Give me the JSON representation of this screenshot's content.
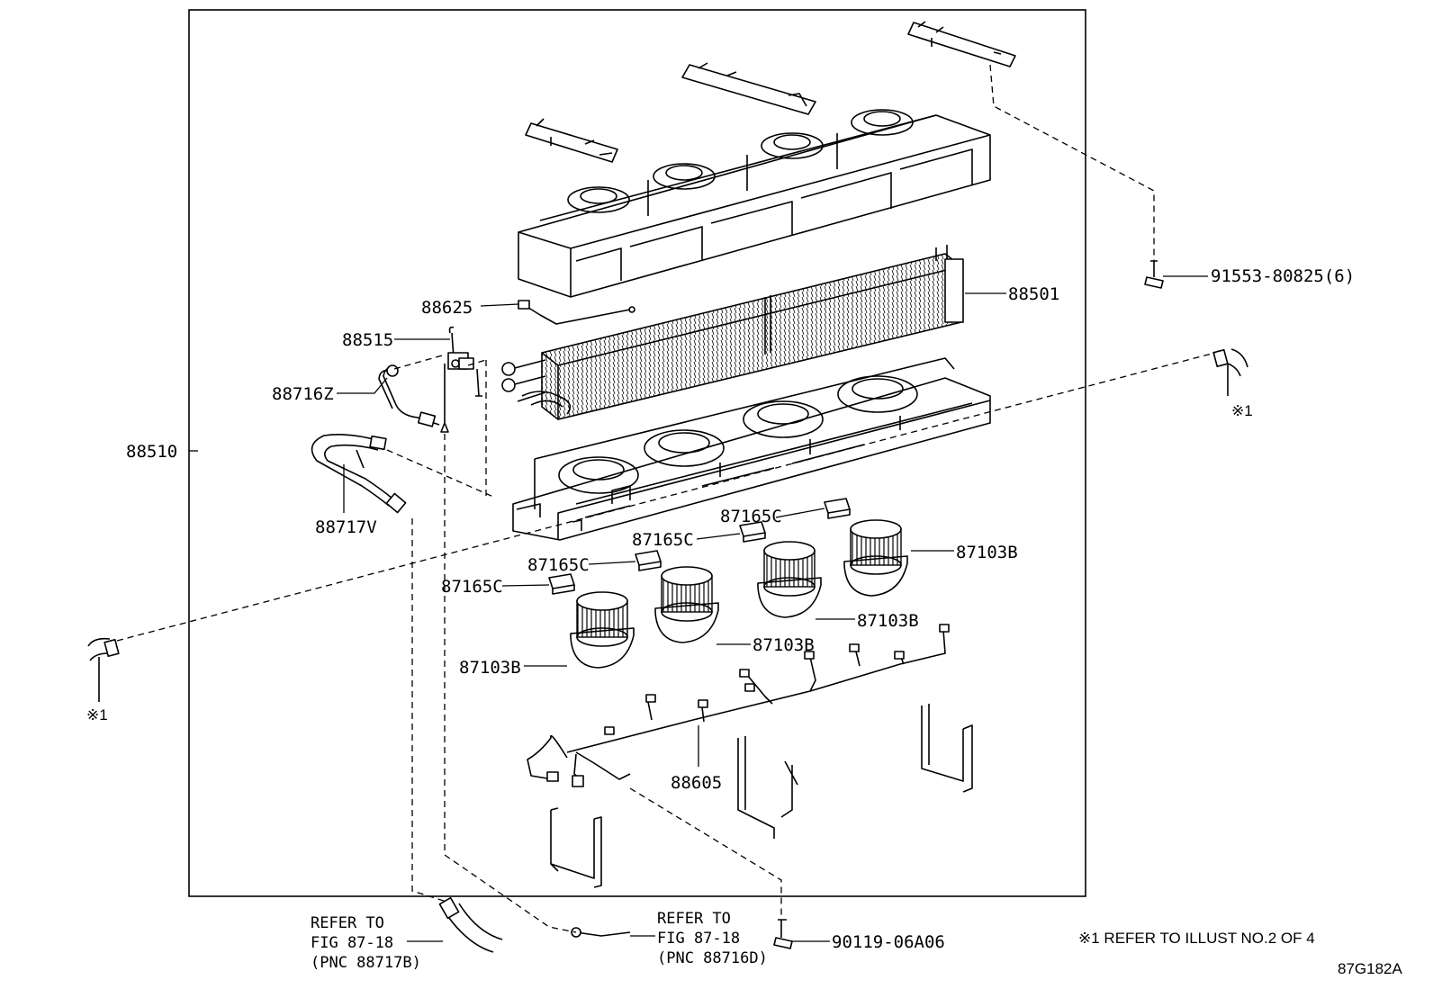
{
  "diagram": {
    "illustration_id": "87G182A",
    "note": "※1 REFER TO ILLUST NO.2 OF 4",
    "callouts": {
      "p88510": "88510",
      "p88501": "88501",
      "p88625": "88625",
      "p88515": "88515",
      "p88716z": "88716Z",
      "p88717v": "88717V",
      "p91553": "91553-80825(6)",
      "p87165c": "87165C",
      "p87103b": "87103B",
      "p88605": "88605",
      "p90119": "90119-06A06"
    },
    "marker": "※1",
    "refer_left": [
      "REFER TO",
      "FIG 87-18",
      "(PNC 88717B)"
    ],
    "refer_right": [
      "REFER TO",
      "FIG 87-18",
      "(PNC 88716D)"
    ]
  }
}
